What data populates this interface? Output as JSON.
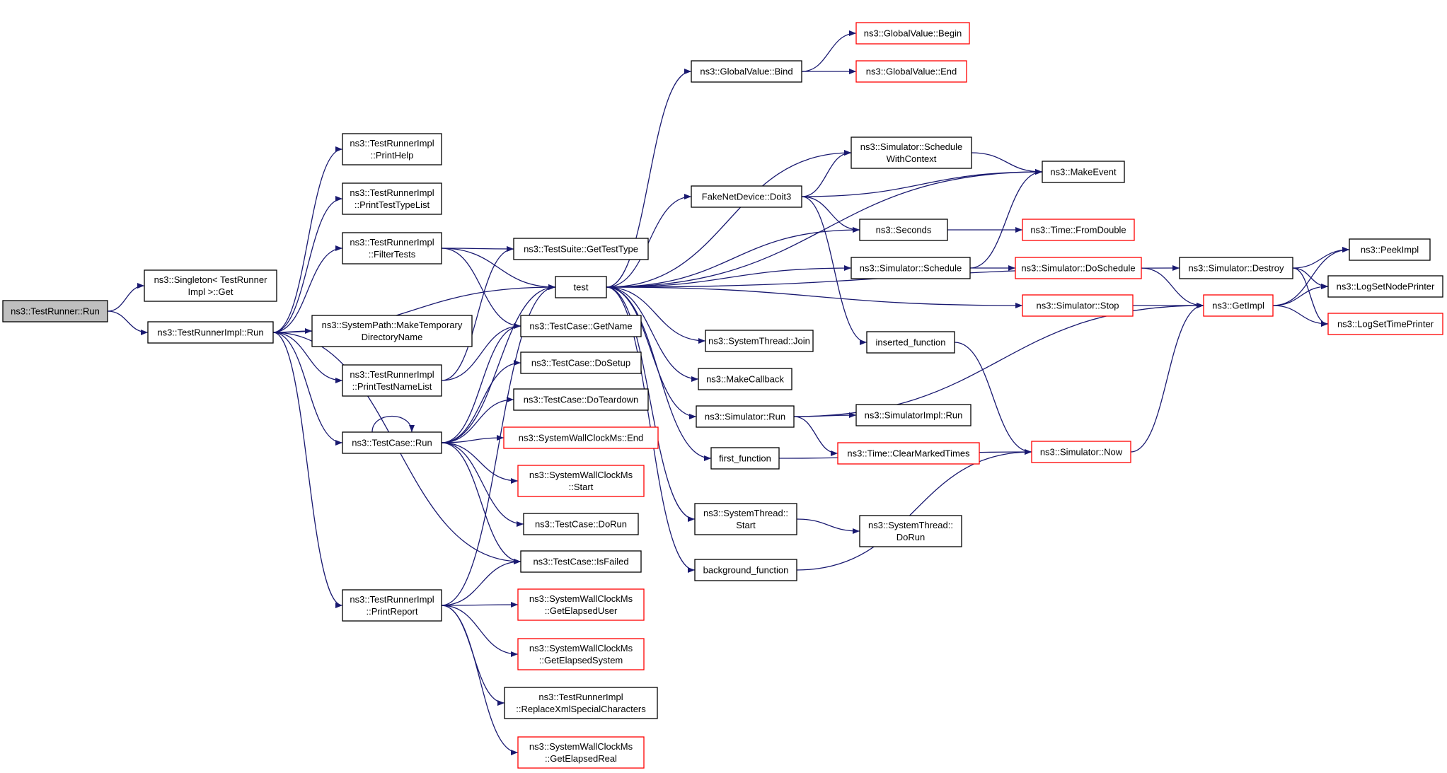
{
  "diagram": {
    "title": "",
    "colors": {
      "edge": "#191970",
      "normal_border": "#000000",
      "external_border": "#ff0000",
      "root_fill": "#bfbfbf"
    }
  },
  "nodes": [
    {
      "id": "testrunner-run",
      "lines": [
        "ns3::TestRunner::Run"
      ],
      "style": "root"
    },
    {
      "id": "singleton-get",
      "lines": [
        "ns3::Singleton< TestRunner",
        "Impl >::Get"
      ],
      "style": "normal"
    },
    {
      "id": "testrunnerimpl-run",
      "lines": [
        "ns3::TestRunnerImpl::Run"
      ],
      "style": "normal"
    },
    {
      "id": "printhelp",
      "lines": [
        "ns3::TestRunnerImpl",
        "::PrintHelp"
      ],
      "style": "normal"
    },
    {
      "id": "printtesttypelist",
      "lines": [
        "ns3::TestRunnerImpl",
        "::PrintTestTypeList"
      ],
      "style": "normal"
    },
    {
      "id": "filtertests",
      "lines": [
        "ns3::TestRunnerImpl",
        "::FilterTests"
      ],
      "style": "normal"
    },
    {
      "id": "maketemporarydirectoryname",
      "lines": [
        "ns3::SystemPath::MakeTemporary",
        "DirectoryName"
      ],
      "style": "normal"
    },
    {
      "id": "printtestnamelist",
      "lines": [
        "ns3::TestRunnerImpl",
        "::PrintTestNameList"
      ],
      "style": "normal"
    },
    {
      "id": "testcase-run",
      "lines": [
        "ns3::TestCase::Run"
      ],
      "style": "normal"
    },
    {
      "id": "printreport",
      "lines": [
        "ns3::TestRunnerImpl",
        "::PrintReport"
      ],
      "style": "normal"
    },
    {
      "id": "gettesttype",
      "lines": [
        "ns3::TestSuite::GetTestType"
      ],
      "style": "normal"
    },
    {
      "id": "test",
      "lines": [
        "test"
      ],
      "style": "normal"
    },
    {
      "id": "getname",
      "lines": [
        "ns3::TestCase::GetName"
      ],
      "style": "normal"
    },
    {
      "id": "dosetup",
      "lines": [
        "ns3::TestCase::DoSetup"
      ],
      "style": "normal"
    },
    {
      "id": "doteardown",
      "lines": [
        "ns3::TestCase::DoTeardown"
      ],
      "style": "normal"
    },
    {
      "id": "wallclock-end",
      "lines": [
        "ns3::SystemWallClockMs::End"
      ],
      "style": "external"
    },
    {
      "id": "wallclock-start",
      "lines": [
        "ns3::SystemWallClockMs",
        "::Start"
      ],
      "style": "external"
    },
    {
      "id": "dorun",
      "lines": [
        "ns3::TestCase::DoRun"
      ],
      "style": "normal"
    },
    {
      "id": "isfailed",
      "lines": [
        "ns3::TestCase::IsFailed"
      ],
      "style": "normal"
    },
    {
      "id": "getelapseduser",
      "lines": [
        "ns3::SystemWallClockMs",
        "::GetElapsedUser"
      ],
      "style": "external"
    },
    {
      "id": "getelapsedsystem",
      "lines": [
        "ns3::SystemWallClockMs",
        "::GetElapsedSystem"
      ],
      "style": "external"
    },
    {
      "id": "replacexml",
      "lines": [
        "ns3::TestRunnerImpl",
        "::ReplaceXmlSpecialCharacters"
      ],
      "style": "normal"
    },
    {
      "id": "getelapsedreal",
      "lines": [
        "ns3::SystemWallClockMs",
        "::GetElapsedReal"
      ],
      "style": "external"
    },
    {
      "id": "globalvalue-bind",
      "lines": [
        "ns3::GlobalValue::Bind"
      ],
      "style": "normal"
    },
    {
      "id": "fakenetdevice-doit3",
      "lines": [
        "FakeNetDevice::Doit3"
      ],
      "style": "normal"
    },
    {
      "id": "systemthread-join",
      "lines": [
        "ns3::SystemThread::Join"
      ],
      "style": "normal"
    },
    {
      "id": "makecallback",
      "lines": [
        "ns3::MakeCallback"
      ],
      "style": "normal"
    },
    {
      "id": "simulator-run",
      "lines": [
        "ns3::Simulator::Run"
      ],
      "style": "normal"
    },
    {
      "id": "first-function",
      "lines": [
        "first_function"
      ],
      "style": "normal"
    },
    {
      "id": "systemthread-start",
      "lines": [
        "ns3::SystemThread::",
        "Start"
      ],
      "style": "normal"
    },
    {
      "id": "background-function",
      "lines": [
        "background_function"
      ],
      "style": "normal"
    },
    {
      "id": "globalvalue-begin",
      "lines": [
        "ns3::GlobalValue::Begin"
      ],
      "style": "external"
    },
    {
      "id": "globalvalue-end",
      "lines": [
        "ns3::GlobalValue::End"
      ],
      "style": "external"
    },
    {
      "id": "schedulewithcontext",
      "lines": [
        "ns3::Simulator::Schedule",
        "WithContext"
      ],
      "style": "normal"
    },
    {
      "id": "seconds",
      "lines": [
        "ns3::Seconds"
      ],
      "style": "normal"
    },
    {
      "id": "simulator-schedule",
      "lines": [
        "ns3::Simulator::Schedule"
      ],
      "style": "normal"
    },
    {
      "id": "inserted-function",
      "lines": [
        "inserted_function"
      ],
      "style": "normal"
    },
    {
      "id": "simulatorimpl-run",
      "lines": [
        "ns3::SimulatorImpl::Run"
      ],
      "style": "normal"
    },
    {
      "id": "clearmarkedtimes",
      "lines": [
        "ns3::Time::ClearMarkedTimes"
      ],
      "style": "external"
    },
    {
      "id": "systemthread-dorun",
      "lines": [
        "ns3::SystemThread::",
        "DoRun"
      ],
      "style": "normal"
    },
    {
      "id": "makeevent",
      "lines": [
        "ns3::MakeEvent"
      ],
      "style": "normal"
    },
    {
      "id": "fromdouble",
      "lines": [
        "ns3::Time::FromDouble"
      ],
      "style": "external"
    },
    {
      "id": "doschedule",
      "lines": [
        "ns3::Simulator::DoSchedule"
      ],
      "style": "external"
    },
    {
      "id": "simulator-stop",
      "lines": [
        "ns3::Simulator::Stop"
      ],
      "style": "external"
    },
    {
      "id": "simulator-now",
      "lines": [
        "ns3::Simulator::Now"
      ],
      "style": "external"
    },
    {
      "id": "simulator-destroy",
      "lines": [
        "ns3::Simulator::Destroy"
      ],
      "style": "normal"
    },
    {
      "id": "getimpl",
      "lines": [
        "ns3::GetImpl"
      ],
      "style": "external"
    },
    {
      "id": "peekimpl",
      "lines": [
        "ns3::PeekImpl"
      ],
      "style": "normal"
    },
    {
      "id": "logsetnodeprinter",
      "lines": [
        "ns3::LogSetNodePrinter"
      ],
      "style": "normal"
    },
    {
      "id": "logsettimeprinter",
      "lines": [
        "ns3::LogSetTimePrinter"
      ],
      "style": "external"
    }
  ],
  "edges": [
    [
      "testrunner-run",
      "singleton-get"
    ],
    [
      "testrunner-run",
      "testrunnerimpl-run"
    ],
    [
      "testrunnerimpl-run",
      "printhelp"
    ],
    [
      "testrunnerimpl-run",
      "printtesttypelist"
    ],
    [
      "testrunnerimpl-run",
      "filtertests"
    ],
    [
      "testrunnerimpl-run",
      "test"
    ],
    [
      "testrunnerimpl-run",
      "maketemporarydirectoryname"
    ],
    [
      "testrunnerimpl-run",
      "printtestnamelist"
    ],
    [
      "testrunnerimpl-run",
      "testcase-run"
    ],
    [
      "testrunnerimpl-run",
      "isfailed"
    ],
    [
      "testrunnerimpl-run",
      "printreport"
    ],
    [
      "filtertests",
      "gettesttype"
    ],
    [
      "filtertests",
      "test"
    ],
    [
      "filtertests",
      "getname"
    ],
    [
      "printtestnamelist",
      "gettesttype"
    ],
    [
      "printtestnamelist",
      "getname"
    ],
    [
      "testcase-run",
      "testcase-run"
    ],
    [
      "testcase-run",
      "test"
    ],
    [
      "testcase-run",
      "getname"
    ],
    [
      "testcase-run",
      "dosetup"
    ],
    [
      "testcase-run",
      "doteardown"
    ],
    [
      "testcase-run",
      "wallclock-end"
    ],
    [
      "testcase-run",
      "wallclock-start"
    ],
    [
      "testcase-run",
      "dorun"
    ],
    [
      "testcase-run",
      "isfailed"
    ],
    [
      "printreport",
      "test"
    ],
    [
      "printreport",
      "isfailed"
    ],
    [
      "printreport",
      "getelapseduser"
    ],
    [
      "printreport",
      "getelapsedsystem"
    ],
    [
      "printreport",
      "replacexml"
    ],
    [
      "printreport",
      "getelapsedreal"
    ],
    [
      "test",
      "globalvalue-bind"
    ],
    [
      "test",
      "makeevent"
    ],
    [
      "test",
      "schedulewithcontext"
    ],
    [
      "test",
      "fakenetdevice-doit3"
    ],
    [
      "test",
      "seconds"
    ],
    [
      "test",
      "simulator-schedule"
    ],
    [
      "test",
      "simulator-stop"
    ],
    [
      "test",
      "simulator-destroy"
    ],
    [
      "test",
      "systemthread-join"
    ],
    [
      "test",
      "makecallback"
    ],
    [
      "test",
      "simulator-run"
    ],
    [
      "test",
      "first-function"
    ],
    [
      "test",
      "systemthread-start"
    ],
    [
      "test",
      "background-function"
    ],
    [
      "globalvalue-bind",
      "globalvalue-begin"
    ],
    [
      "globalvalue-bind",
      "globalvalue-end"
    ],
    [
      "fakenetdevice-doit3",
      "schedulewithcontext"
    ],
    [
      "fakenetdevice-doit3",
      "makeevent"
    ],
    [
      "fakenetdevice-doit3",
      "seconds"
    ],
    [
      "fakenetdevice-doit3",
      "inserted-function"
    ],
    [
      "schedulewithcontext",
      "makeevent"
    ],
    [
      "simulator-schedule",
      "makeevent"
    ],
    [
      "simulator-schedule",
      "doschedule"
    ],
    [
      "seconds",
      "fromdouble"
    ],
    [
      "simulator-run",
      "getimpl"
    ],
    [
      "simulator-run",
      "simulatorimpl-run"
    ],
    [
      "simulator-run",
      "clearmarkedtimes"
    ],
    [
      "first-function",
      "simulator-now"
    ],
    [
      "inserted-function",
      "simulator-now"
    ],
    [
      "systemthread-start",
      "systemthread-dorun"
    ],
    [
      "background-function",
      "simulator-now"
    ],
    [
      "doschedule",
      "getimpl"
    ],
    [
      "simulator-stop",
      "getimpl"
    ],
    [
      "simulator-now",
      "getimpl"
    ],
    [
      "simulator-destroy",
      "peekimpl"
    ],
    [
      "simulator-destroy",
      "logsetnodeprinter"
    ],
    [
      "simulator-destroy",
      "logsettimeprinter"
    ],
    [
      "getimpl",
      "peekimpl"
    ],
    [
      "getimpl",
      "logsetnodeprinter"
    ],
    [
      "getimpl",
      "logsettimeprinter"
    ]
  ]
}
